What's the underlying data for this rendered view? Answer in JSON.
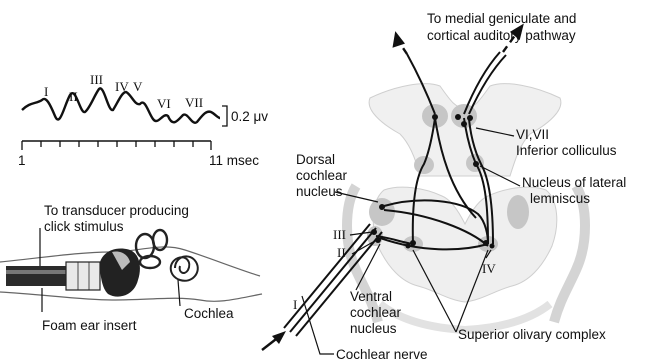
{
  "abr": {
    "wave_labels": [
      "I",
      "II",
      "III",
      "IV",
      "V",
      "VI",
      "VII"
    ],
    "scale_label": "0.2 μv",
    "axis_start": "1",
    "axis_end": "11 msec"
  },
  "ear": {
    "transducer_line1": "To transducer producing",
    "transducer_line2": "click stimulus",
    "cochlea": "Cochlea",
    "foam": "Foam ear insert"
  },
  "brain": {
    "top_line1": "To medial geniculate and",
    "top_line2": "cortical auditory pathway",
    "vi_vii": "VI,VII",
    "inferior_colliculus": "Inferior colliculus",
    "dorsal_line1": "Dorsal",
    "dorsal_line2": "cochlear",
    "dorsal_line3": "nucleus",
    "lemniscus_line1": "Nucleus of lateral",
    "lemniscus_line2": "lemniscus",
    "iii": "III",
    "ii": "II",
    "i": "I",
    "iv": "IV",
    "ventral_line1": "Ventral",
    "ventral_line2": "cochlear",
    "ventral_line3": "nucleus",
    "superior_olivary": "Superior olivary complex",
    "cochlear_nerve": "Cochlear nerve"
  }
}
